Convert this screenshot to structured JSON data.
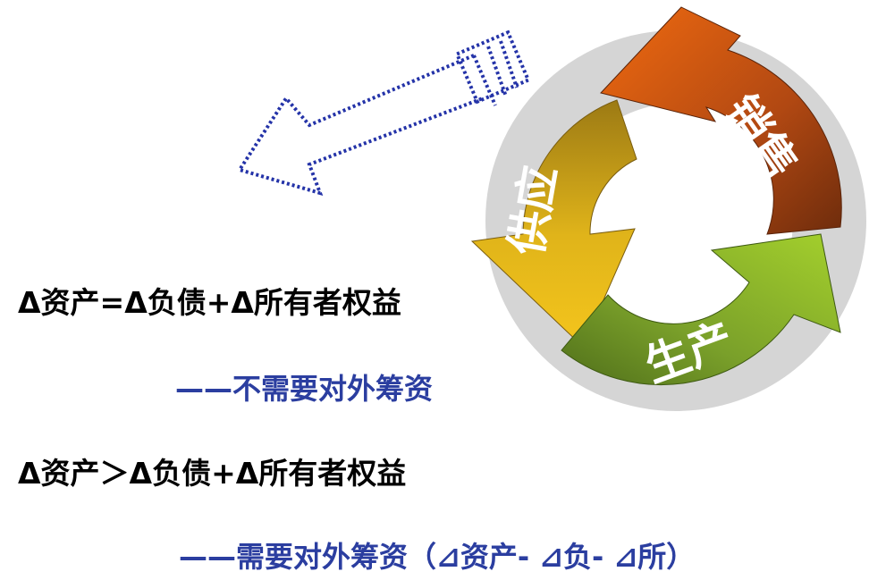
{
  "cycle": {
    "segments": [
      {
        "id": "supply",
        "label": "供应",
        "color_light": "#f1c40f",
        "color_dark": "#8a6a12"
      },
      {
        "id": "sales",
        "label": "销售",
        "color_light": "#ee6a12",
        "color_dark": "#7a2e0a"
      },
      {
        "id": "production",
        "label": "生产",
        "color_light": "#99cc33",
        "color_dark": "#5a7a1e"
      }
    ]
  },
  "dotted_arrow": {
    "color": "#2433a8"
  },
  "equations": {
    "eq1": "Δ资产=Δ负债+Δ所有者权益",
    "note1": "——不需要对外筹资",
    "eq2": "Δ资产＞Δ负债+Δ所有者权益",
    "note2": "——需要对外筹资（⊿资产- ⊿负- ⊿所）"
  }
}
